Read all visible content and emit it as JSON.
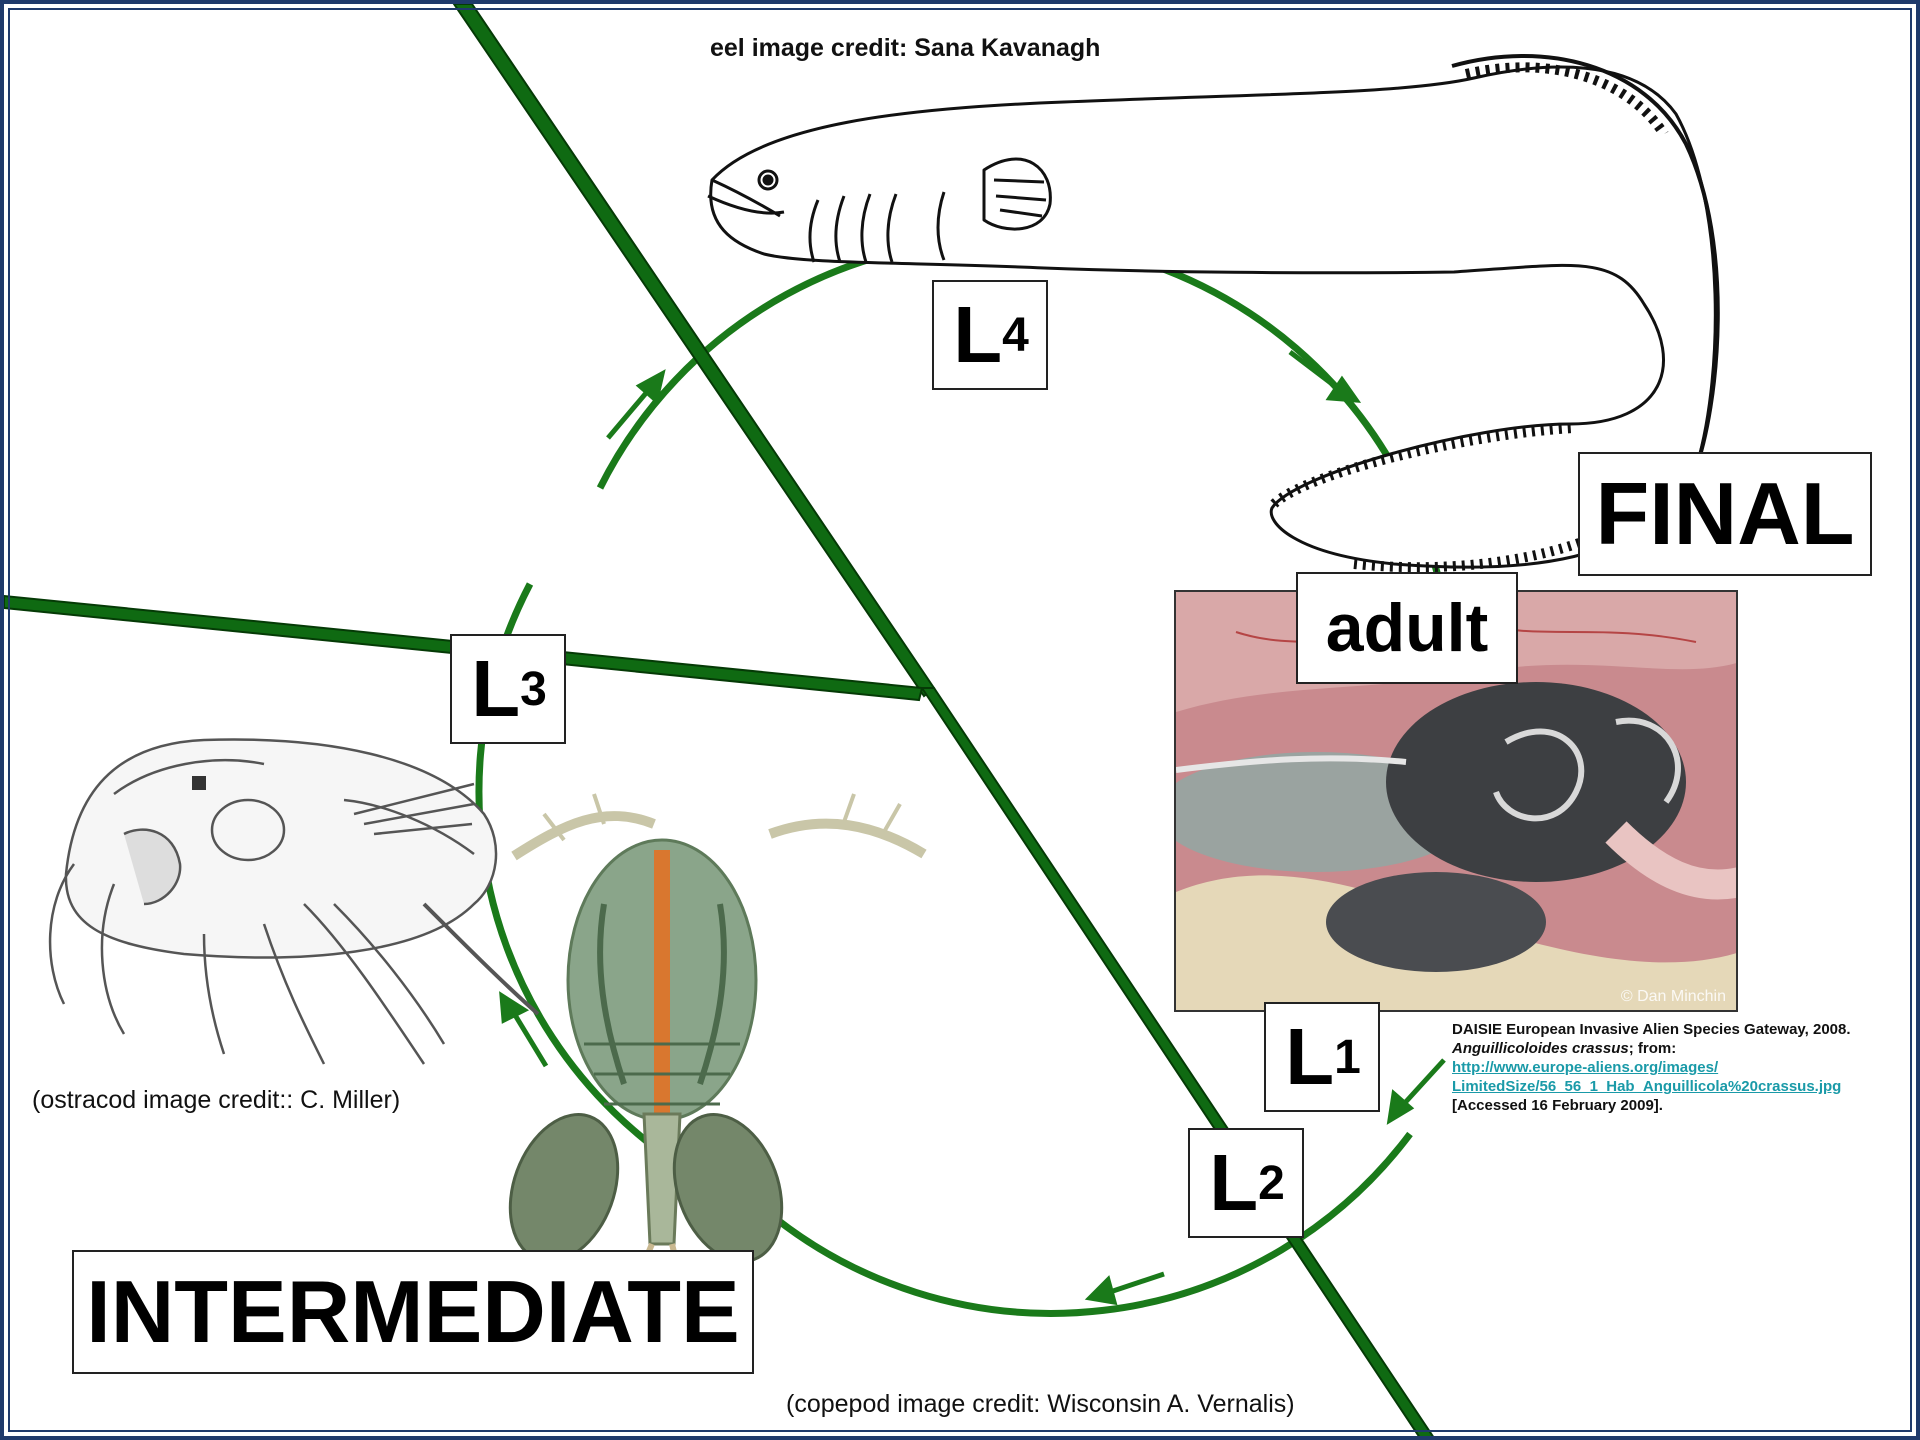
{
  "credits": {
    "eel": "eel image credit:  Sana Kavanagh",
    "ostracod": "(ostracod image credit:: C. Miller)",
    "copepod": "(copepod image credit: Wisconsin A. Vernalis)"
  },
  "stages": {
    "L4": {
      "letter": "L",
      "sub": "4"
    },
    "L3": {
      "letter": "L",
      "sub": "3"
    },
    "L1": {
      "letter": "L",
      "sub": "1"
    },
    "L2": {
      "letter": "L",
      "sub": "2"
    }
  },
  "hosts": {
    "final": "FINAL",
    "intermediate": "INTERMEDIATE",
    "adult": "adult"
  },
  "photo": {
    "watermark": "© Dan Minchin"
  },
  "reference": {
    "line1": "DAISIE European Invasive Alien Species Gateway, 2008.",
    "species": "Anguillicoloides crassus",
    "from": "; from:",
    "url1": "http://www.europe-aliens.org/images/",
    "url2": "LimitedSize/56_56_1_Hab_Anguillicola%20crassus.jpg",
    "accessed": "[Accessed 16 February 2009]."
  },
  "colors": {
    "cycle": "#1a7a1a",
    "divider": "#0f6a12",
    "frame": "#1f3a6b"
  },
  "icons": {
    "eel": "eel-drawing",
    "ostracod": "ostracod-drawing",
    "copepod": "copepod-drawing",
    "arrow": "arrow-icon"
  }
}
